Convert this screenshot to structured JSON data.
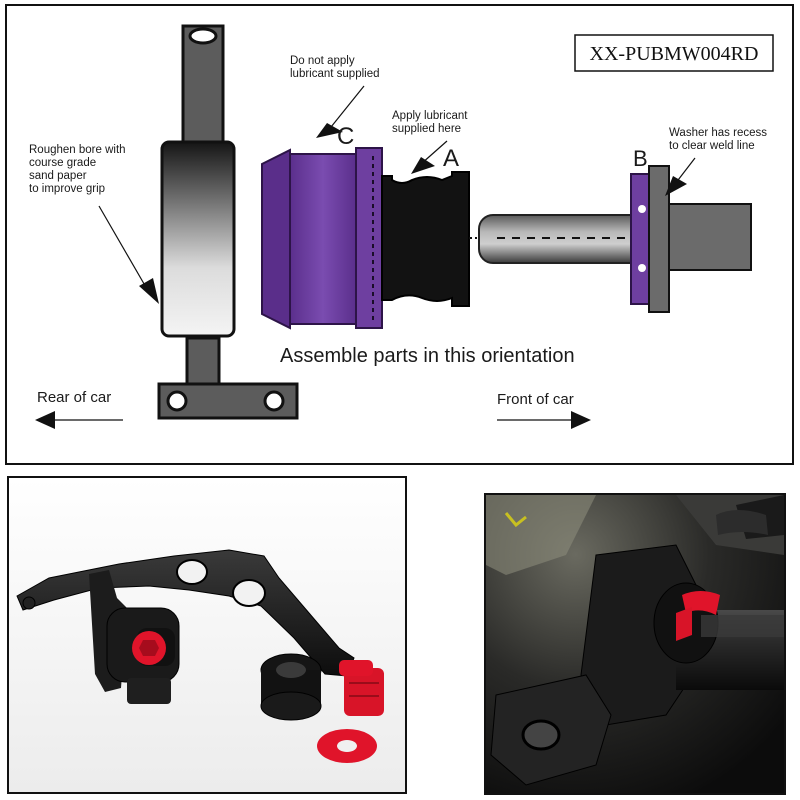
{
  "diagram": {
    "part_number": "XX-PUBMW004RD",
    "headline": "Assemble parts in this orientation",
    "direction_rear": "Rear of car",
    "direction_front": "Front of car",
    "annotations": {
      "roughen": [
        "Roughen bore with",
        "course grade",
        "sand paper",
        "to improve grip"
      ],
      "no_lube": [
        "Do not apply",
        "lubricant supplied"
      ],
      "apply_lube": [
        "Apply lubricant",
        "supplied here"
      ],
      "washer": [
        "Washer has recess",
        "to clear weld line"
      ]
    },
    "part_letters": {
      "a": "A",
      "b": "B",
      "c": "C"
    }
  },
  "colors": {
    "bush_purple": "#6e3fa0",
    "bush_edge": "#3c2060",
    "rubber_black": "#111111",
    "steel_gray": "#6b6b6b",
    "poly_red": "#e0142a"
  },
  "photos": {
    "left": "arm-and-bushes-product-photo",
    "right": "installed-bush-closeup-photo"
  }
}
